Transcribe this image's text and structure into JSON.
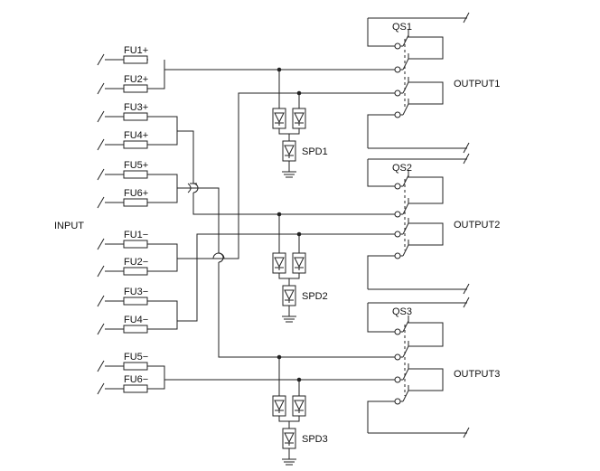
{
  "input_label": "INPUT",
  "fuses": [
    "FU1+",
    "FU2+",
    "FU3+",
    "FU4+",
    "FU5+",
    "FU6+",
    "FU1−",
    "FU2−",
    "FU3−",
    "FU4−",
    "FU5−",
    "FU6−"
  ],
  "switches": [
    "QS1",
    "QS2",
    "QS3"
  ],
  "outputs": [
    "OUTPUT1",
    "OUTPUT2",
    "OUTPUT3"
  ],
  "spds": [
    "SPD1",
    "SPD2",
    "SPD3"
  ]
}
